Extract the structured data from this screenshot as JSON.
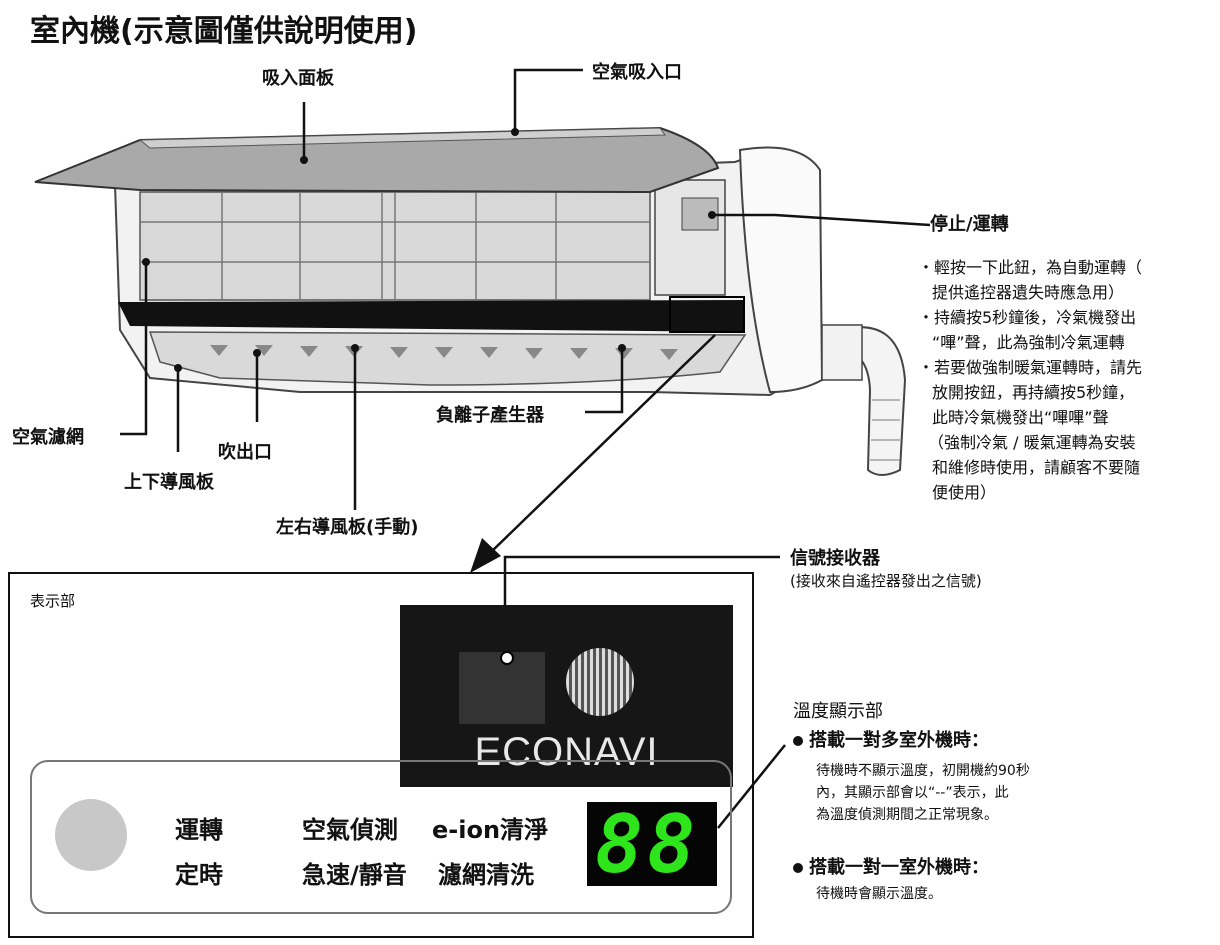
{
  "title": "室內機(示意圖僅供說明使用)",
  "labels": {
    "intake_panel": "吸入面板",
    "air_inlet": "空氣吸入口",
    "stop_run": "停止/運轉",
    "air_filter": "空氣濾網",
    "updown_louver": "上下導風板",
    "outlet": "吹出口",
    "lr_louver": "左右導風板(手動)",
    "ion_gen": "負離子產生器",
    "signal_receiver": "信號接收器",
    "signal_receiver_sub": "(接收來自遙控器發出之信號)",
    "display_section": "表示部",
    "temp_display": "溫度顯示部"
  },
  "stop_run_notes": [
    "・輕按一下此鈕，為自動運轉（",
    "提供遙控器遺失時應急用）",
    "・持續按5秒鐘後，冷氣機發出",
    "“嗶”聲，此為強制冷氣運轉",
    "・若要做強制暖氣運轉時，請先",
    "放開按鈕，再持續按5秒鐘，",
    "此時冷氣機發出“嗶嗶”聲",
    "（強制冷氣 / 暖氣運轉為安裝",
    "和維修時使用，請顧客不要隨",
    "便使用）"
  ],
  "receiver_logo": "ECONAVI",
  "display_labels": {
    "run": "運轉",
    "timer": "定時",
    "air_detect": "空氣偵測",
    "quiet": "急速/靜音",
    "eion": "e-ion清淨",
    "filter_clean": "濾網清洗",
    "digits": "88"
  },
  "temp_notes": {
    "multi_heading": "搭載一對多室外機時：",
    "multi_text": [
      "待機時不顯示溫度，初開機約90秒",
      "內，其顯示部會以“--”表示，此",
      "為溫度偵測期間之正常現象。"
    ],
    "single_heading": "搭載一對一室外機時：",
    "single_text": "待機時會顯示溫度。"
  },
  "colors": {
    "digit_green": "#2ee51c",
    "receiver_bg": "#161616"
  }
}
